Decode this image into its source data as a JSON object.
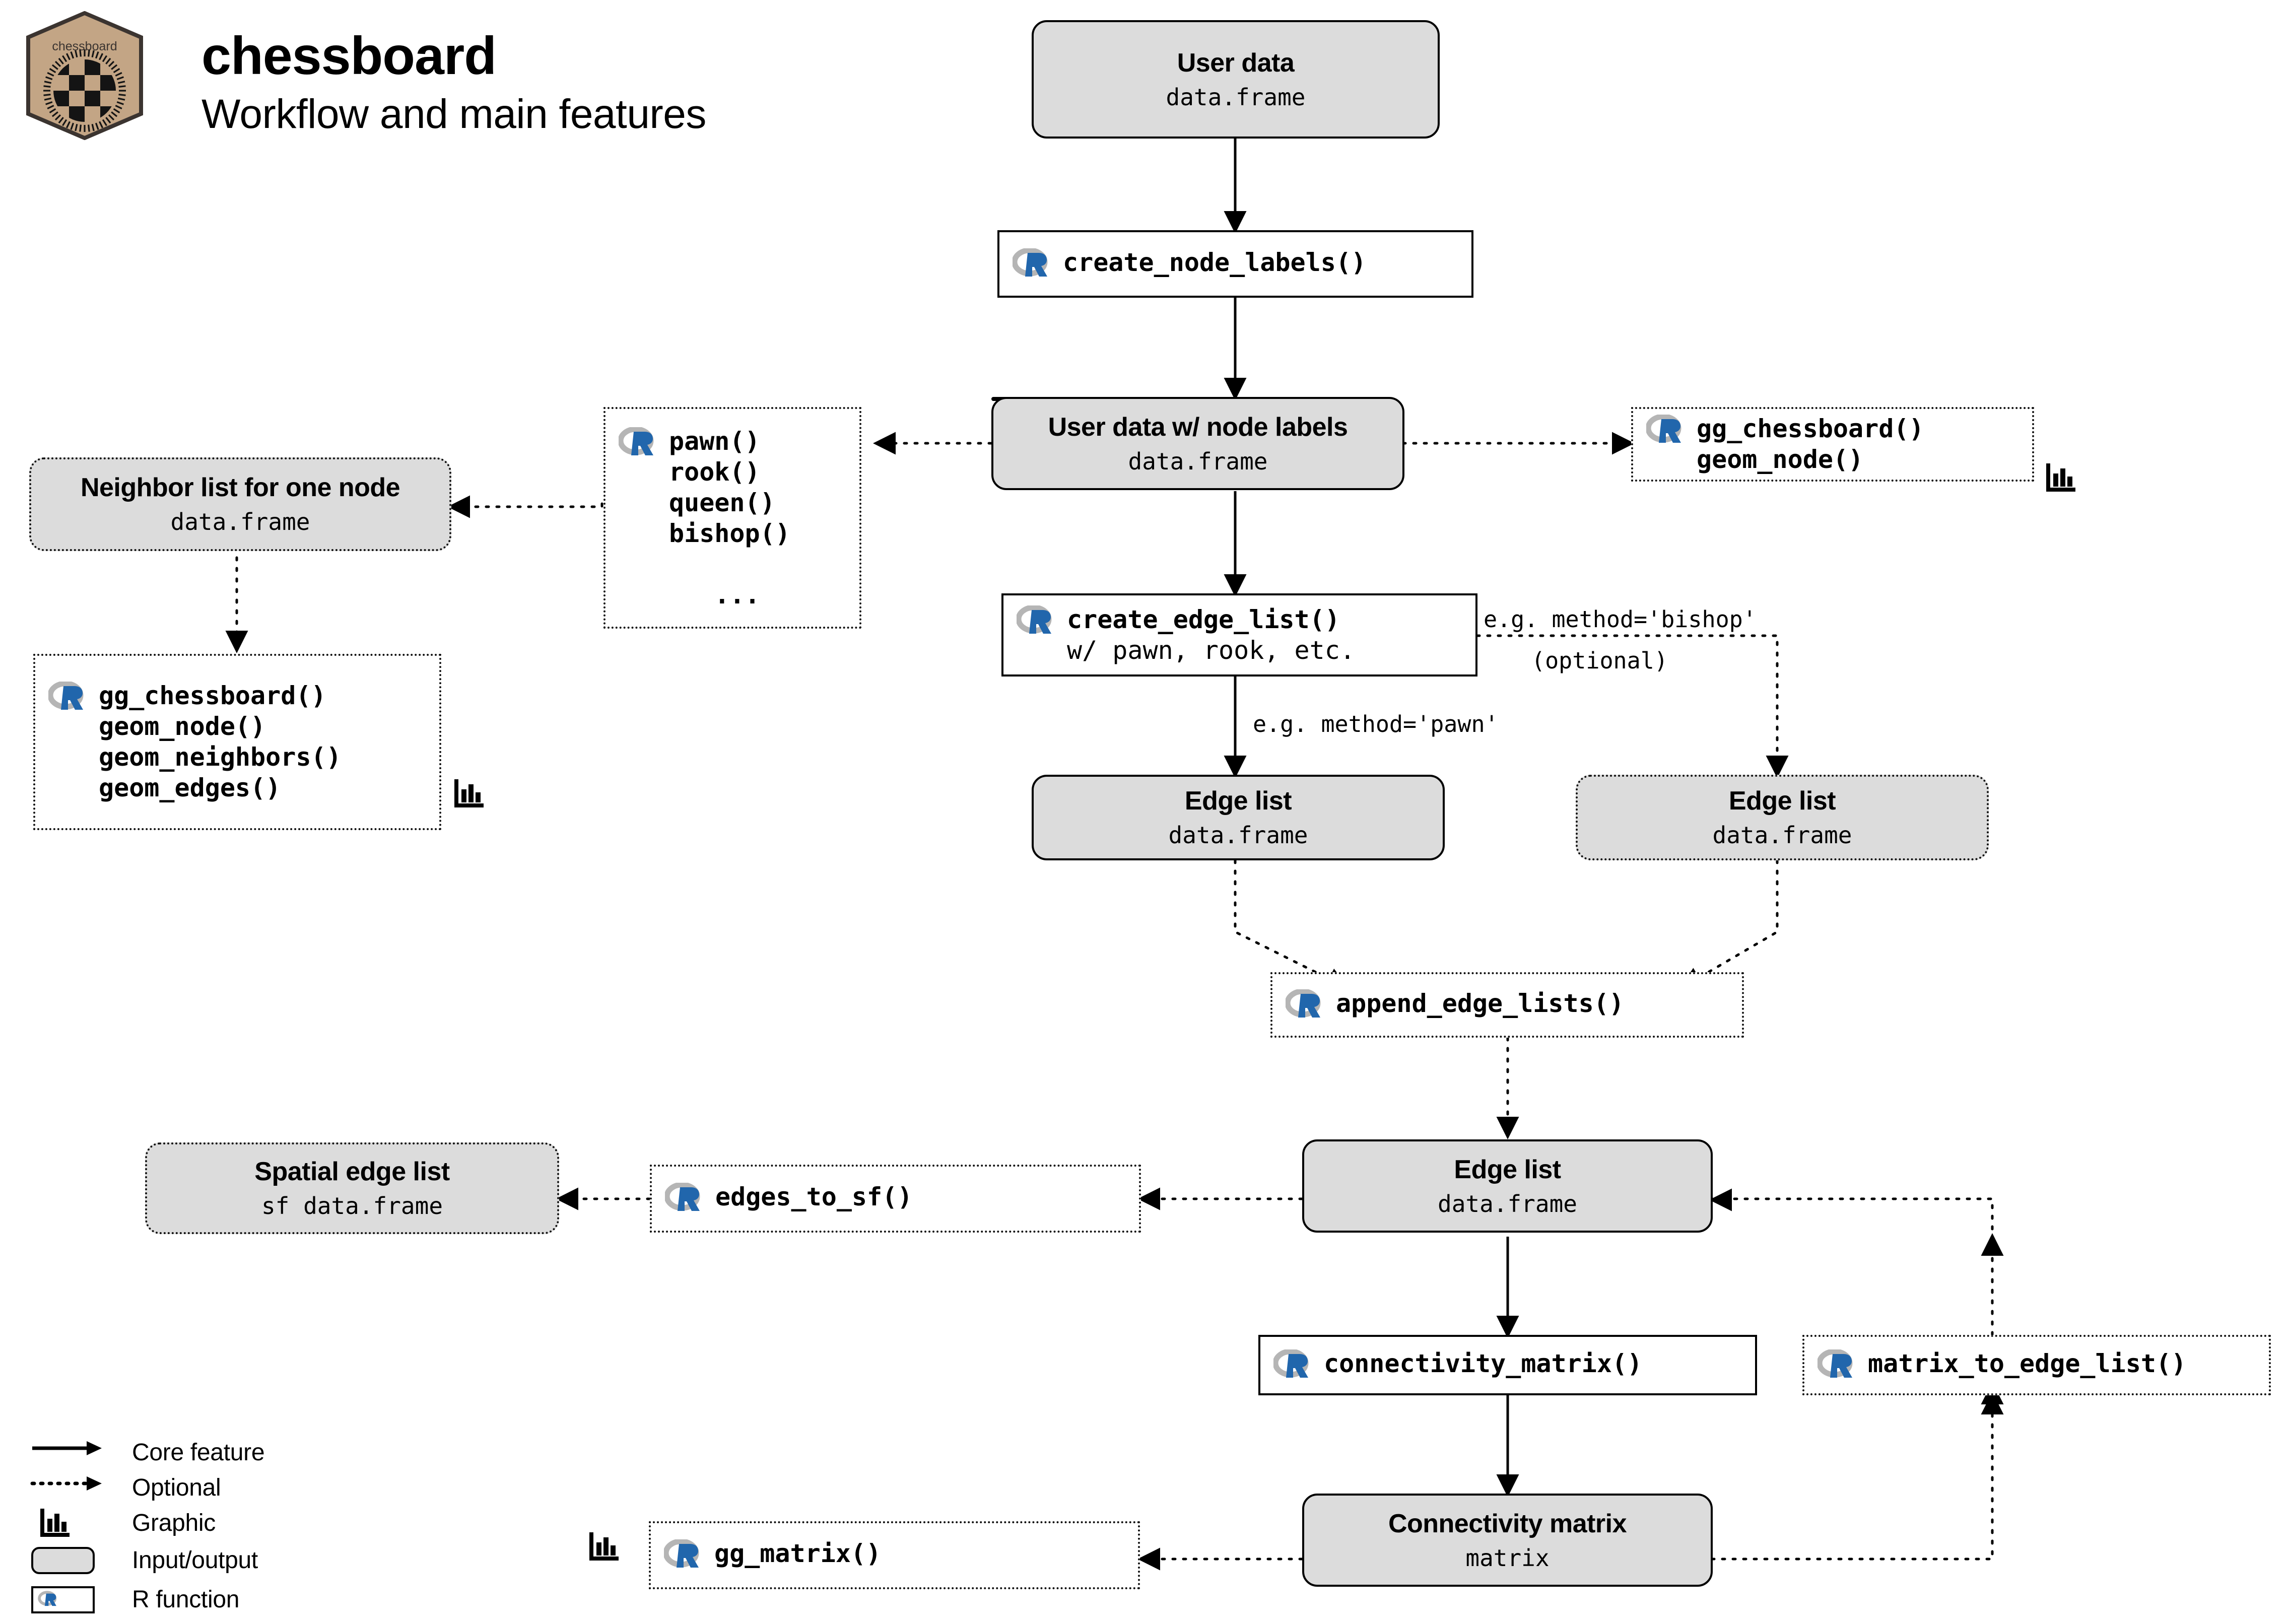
{
  "header": {
    "title": "chessboard",
    "subtitle": "Workflow and main features",
    "logo_text": "chessboard",
    "logo_bg": "#c3a585",
    "logo_border": "#3b3430"
  },
  "colors": {
    "io_fill": "#dcdcdc",
    "fn_fill": "#ffffff",
    "stroke": "#000000",
    "r_blue": "#2166ac",
    "r_gray": "#b0b0b0"
  },
  "nodes": {
    "user_data": {
      "title": "User data",
      "sub": "data.frame"
    },
    "create_node_labels": {
      "fn": "create_node_labels()"
    },
    "user_data_labels": {
      "title": "User data w/ node labels",
      "sub": "data.frame"
    },
    "piece_fns": {
      "fn": "pawn()\nrook()\nqueen()\nbishop()\n\n   ..."
    },
    "gg_chessboard_node": {
      "fn": "gg_chessboard()\ngeom_node()"
    },
    "neighbor_list": {
      "title": "Neighbor list for one node",
      "sub": "data.frame"
    },
    "gg_neighbors": {
      "fn": "gg_chessboard()\ngeom_node()\ngeom_neighbors()\ngeom_edges()"
    },
    "create_edge_list": {
      "fn": "create_edge_list()",
      "sub": "w/ pawn, rook, etc."
    },
    "edge_list_pawn": {
      "title": "Edge list",
      "sub": "data.frame"
    },
    "edge_list_bishop": {
      "title": "Edge list",
      "sub": "data.frame"
    },
    "append_edge_lists": {
      "fn": "append_edge_lists()"
    },
    "edge_list_main": {
      "title": "Edge list",
      "sub": "data.frame"
    },
    "edges_to_sf": {
      "fn": "edges_to_sf()"
    },
    "spatial_edge_list": {
      "title": "Spatial edge list",
      "sub": "sf data.frame"
    },
    "connectivity_matrix_fn": {
      "fn": "connectivity_matrix()"
    },
    "matrix_to_edge_list": {
      "fn": "matrix_to_edge_list()"
    },
    "connectivity_matrix": {
      "title": "Connectivity matrix",
      "sub": "matrix"
    },
    "gg_matrix": {
      "fn": "gg_matrix()"
    }
  },
  "edge_labels": {
    "bishop_method": "e.g. method='bishop'",
    "optional": "(optional)",
    "pawn_method": "e.g. method='pawn'"
  },
  "legend": {
    "items": [
      {
        "icon": "solid-arrow-icon",
        "label": "Core feature"
      },
      {
        "icon": "dotted-arrow-icon",
        "label": "Optional"
      },
      {
        "icon": "bar-chart-icon",
        "label": "Graphic"
      },
      {
        "icon": "rounded-box-icon",
        "label": "Input/output"
      },
      {
        "icon": "r-function-box-icon",
        "label": "R function"
      }
    ]
  }
}
